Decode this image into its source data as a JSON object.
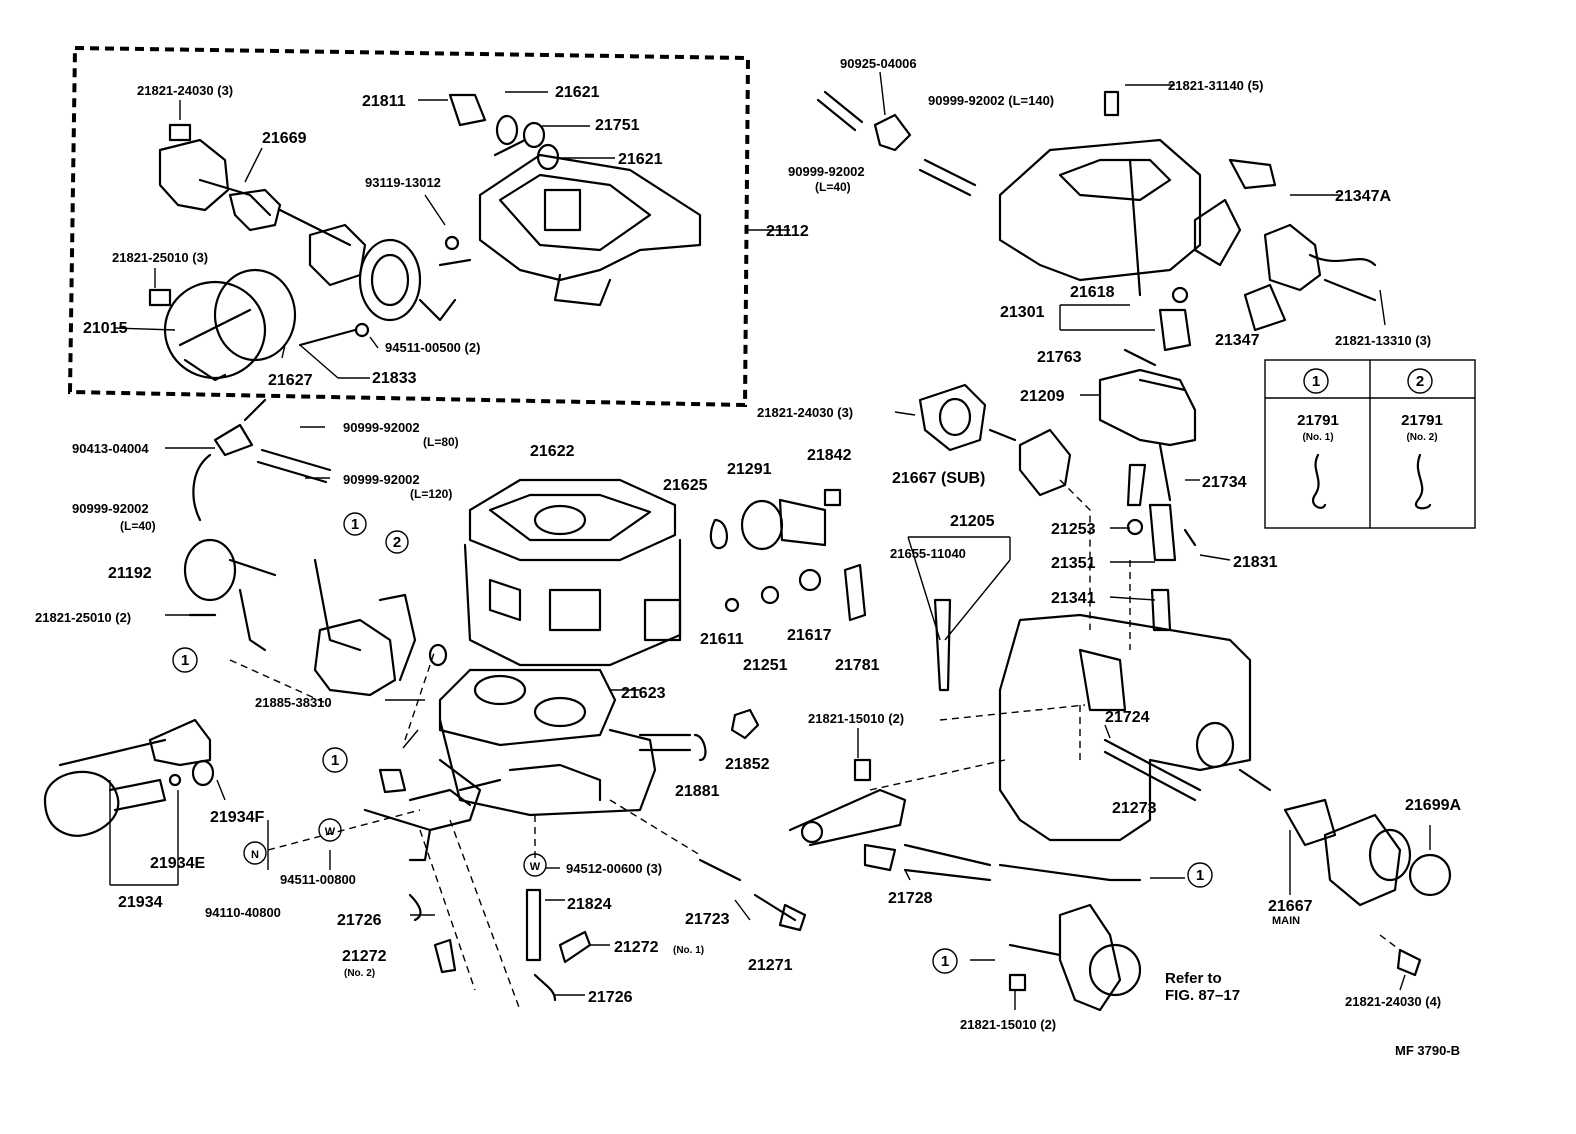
{
  "figure_code": "MF 3790-B",
  "refer_note": [
    "Refer to",
    "FIG. 87–17"
  ],
  "key": {
    "col1": {
      "marker": "1",
      "part": "21791",
      "sub": "(No. 1)"
    },
    "col2": {
      "marker": "2",
      "part": "21791",
      "sub": "(No. 2)"
    }
  },
  "symbols": {
    "washer": "W",
    "nut": "N",
    "mark1": "1",
    "mark2": "2"
  },
  "labels": [
    {
      "id": "l01",
      "text": "21821-24030 (3)"
    },
    {
      "id": "l02",
      "text": "21669"
    },
    {
      "id": "l03",
      "text": "21811"
    },
    {
      "id": "l04",
      "text": "21621"
    },
    {
      "id": "l05",
      "text": "21751"
    },
    {
      "id": "l06",
      "text": "21621"
    },
    {
      "id": "l07",
      "text": "93119-13012"
    },
    {
      "id": "l08",
      "text": "21112"
    },
    {
      "id": "l09",
      "text": "21821-25010 (3)"
    },
    {
      "id": "l10",
      "text": "21015"
    },
    {
      "id": "l11",
      "text": "94511-00500 (2)"
    },
    {
      "id": "l12",
      "text": "21627"
    },
    {
      "id": "l13",
      "text": "21833"
    },
    {
      "id": "l14",
      "text": "90925-04006"
    },
    {
      "id": "l15",
      "text": "90999-92002 (L=140)"
    },
    {
      "id": "l16",
      "text": "21821-31140 (5)"
    },
    {
      "id": "l17",
      "text": "90999-92002"
    },
    {
      "id": "l18",
      "text": "(L=40)"
    },
    {
      "id": "l19",
      "text": "21347A"
    },
    {
      "id": "l20",
      "text": "21618"
    },
    {
      "id": "l21",
      "text": "21301"
    },
    {
      "id": "l22",
      "text": "21347"
    },
    {
      "id": "l23",
      "text": "21821-13310 (3)"
    },
    {
      "id": "l24",
      "text": "21763"
    },
    {
      "id": "l25",
      "text": "21209"
    },
    {
      "id": "l26",
      "text": "21821-24030 (3)"
    },
    {
      "id": "l27",
      "text": "90999-92002"
    },
    {
      "id": "l28",
      "text": "(L=80)"
    },
    {
      "id": "l29",
      "text": "90413-04004"
    },
    {
      "id": "l30",
      "text": "90999-92002"
    },
    {
      "id": "l31",
      "text": "(L=120)"
    },
    {
      "id": "l32",
      "text": "90999-92002"
    },
    {
      "id": "l33",
      "text": "(L=40)"
    },
    {
      "id": "l34",
      "text": "21622"
    },
    {
      "id": "l35",
      "text": "21291"
    },
    {
      "id": "l36",
      "text": "21842"
    },
    {
      "id": "l37",
      "text": "21625"
    },
    {
      "id": "l38",
      "text": "21667 (SUB)"
    },
    {
      "id": "l39",
      "text": "21734"
    },
    {
      "id": "l40",
      "text": "21205"
    },
    {
      "id": "l41",
      "text": "21655-11040"
    },
    {
      "id": "l42",
      "text": "21253"
    },
    {
      "id": "l43",
      "text": "21831"
    },
    {
      "id": "l44",
      "text": "21192"
    },
    {
      "id": "l45",
      "text": "21351"
    },
    {
      "id": "l46",
      "text": "21341"
    },
    {
      "id": "l47",
      "text": "21821-25010 (2)"
    },
    {
      "id": "l48",
      "text": "21611"
    },
    {
      "id": "l49",
      "text": "21617"
    },
    {
      "id": "l50",
      "text": "21251"
    },
    {
      "id": "l51",
      "text": "21781"
    },
    {
      "id": "l52",
      "text": "21623"
    },
    {
      "id": "l53",
      "text": "21885-38310"
    },
    {
      "id": "l54",
      "text": "21821-15010 (2)"
    },
    {
      "id": "l55",
      "text": "21724"
    },
    {
      "id": "l56",
      "text": "21852"
    },
    {
      "id": "l57",
      "text": "21881"
    },
    {
      "id": "l58",
      "text": "21934F"
    },
    {
      "id": "l59",
      "text": "21273"
    },
    {
      "id": "l60",
      "text": "21699A"
    },
    {
      "id": "l61",
      "text": "94511-00800"
    },
    {
      "id": "l62",
      "text": "94512-00600 (3)"
    },
    {
      "id": "l63",
      "text": "21934E"
    },
    {
      "id": "l64",
      "text": "21667"
    },
    {
      "id": "l65",
      "text": "MAIN"
    },
    {
      "id": "l66",
      "text": "21934"
    },
    {
      "id": "l67",
      "text": "94110-40800"
    },
    {
      "id": "l68",
      "text": "21824"
    },
    {
      "id": "l69",
      "text": "21723"
    },
    {
      "id": "l70",
      "text": "21728"
    },
    {
      "id": "l71",
      "text": "21726"
    },
    {
      "id": "l72",
      "text": "21272"
    },
    {
      "id": "l73",
      "text": "(No. 1)"
    },
    {
      "id": "l74",
      "text": "21271"
    },
    {
      "id": "l75",
      "text": "21272"
    },
    {
      "id": "l76",
      "text": "(No. 2)"
    },
    {
      "id": "l77",
      "text": "21726"
    },
    {
      "id": "l78",
      "text": "21821-15010 (2)"
    },
    {
      "id": "l79",
      "text": "21821-24030 (4)"
    }
  ]
}
